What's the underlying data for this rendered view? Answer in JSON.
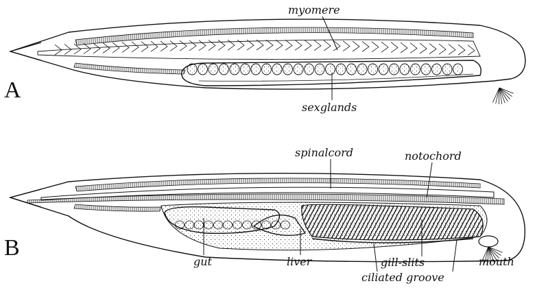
{
  "figure_a": {
    "letter": "A",
    "labels": {
      "myomere": "myomere",
      "sexglands": "sexglands"
    }
  },
  "figure_b": {
    "letter": "B",
    "labels": {
      "spinalcord": "spinalcord",
      "notochord": "notochord",
      "gut": "gut",
      "liver": "liver",
      "gill_slits": "gill-slits",
      "ciliated_groove": "ciliated groove",
      "mouth": "mouth"
    }
  }
}
